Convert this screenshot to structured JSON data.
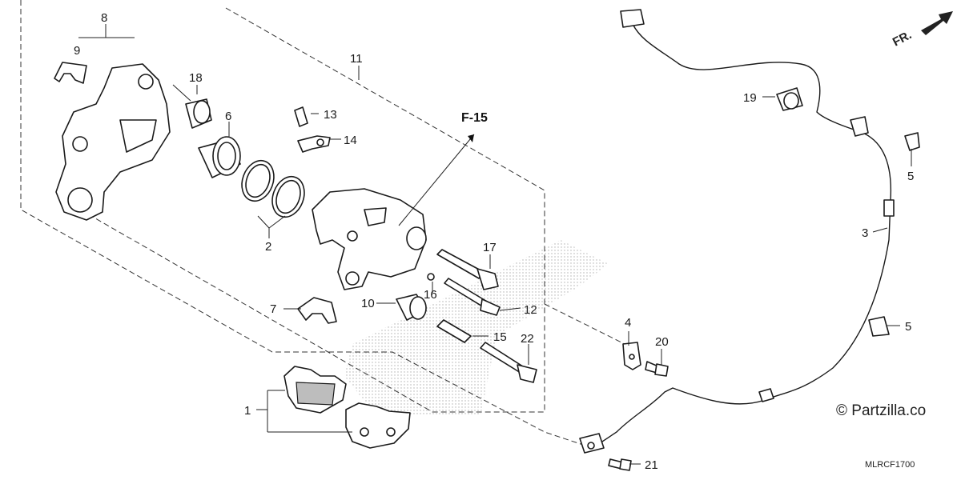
{
  "callouts": {
    "c1": "1",
    "c2": "2",
    "c3": "3",
    "c4": "4",
    "c5a": "5",
    "c5b": "5",
    "c6": "6",
    "c7": "7",
    "c8": "8",
    "c9": "9",
    "c10": "10",
    "c11": "11",
    "c12": "12",
    "c13": "13",
    "c14": "14",
    "c15": "15",
    "c16": "16",
    "c17": "17",
    "c18": "18",
    "c19": "19",
    "c20": "20",
    "c21": "21",
    "c22": "22"
  },
  "reference": "F-15",
  "direction_marker": "FR.",
  "watermark": "© Partzilla.co",
  "diagram_code": "MLRCF1700"
}
